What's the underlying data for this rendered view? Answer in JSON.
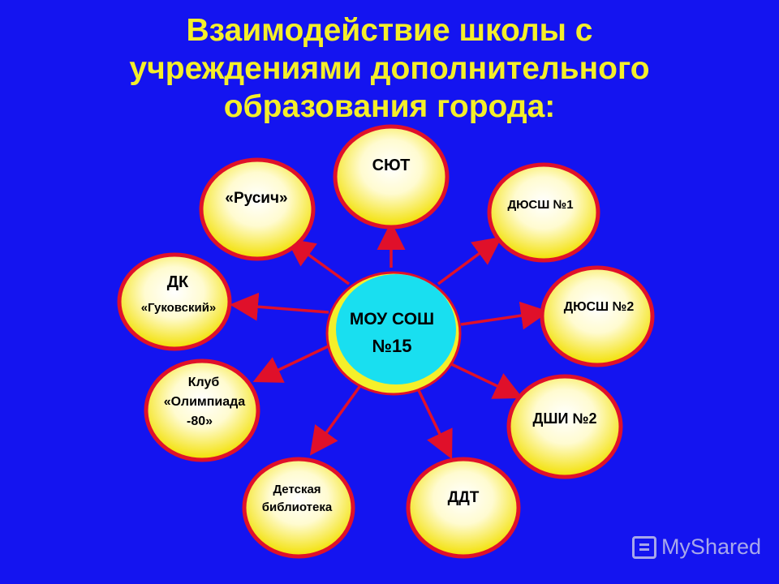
{
  "title": {
    "line1": "Взаимодействие школы с",
    "line2": "учреждениями дополнительного",
    "line3": "образования города:"
  },
  "center": {
    "line1": "МОУ СОШ",
    "line2": "№15"
  },
  "nodes": [
    {
      "id": "syut",
      "lines": [
        "СЮТ"
      ]
    },
    {
      "id": "dyussh1",
      "lines": [
        "ДЮСШ №1"
      ]
    },
    {
      "id": "dyussh2",
      "lines": [
        "ДЮСШ №2"
      ]
    },
    {
      "id": "dshi2",
      "lines": [
        "ДШИ №2"
      ]
    },
    {
      "id": "ddt",
      "lines": [
        "ДДТ"
      ]
    },
    {
      "id": "library",
      "lines": [
        "Детская",
        "библиотека"
      ]
    },
    {
      "id": "olimpiada",
      "lines": [
        "Клуб",
        "«Олимпиада",
        "-80»"
      ]
    },
    {
      "id": "dk",
      "lines": [
        "ДК",
        "«Гуковский»"
      ]
    },
    {
      "id": "rusich",
      "lines": [
        "«Русич»"
      ]
    }
  ],
  "watermark": {
    "text": "MyShared",
    "icon": "presentation-icon"
  },
  "colors": {
    "background": "#1414f0",
    "title": "#f4ee2a",
    "node_border": "#e0102a",
    "node_fill_center": "#ffffff",
    "node_fill_edge": "#f2e000",
    "center_fill": "#19dff0",
    "center_ring": "#f5ef2a",
    "arrow": "#e0102a"
  }
}
